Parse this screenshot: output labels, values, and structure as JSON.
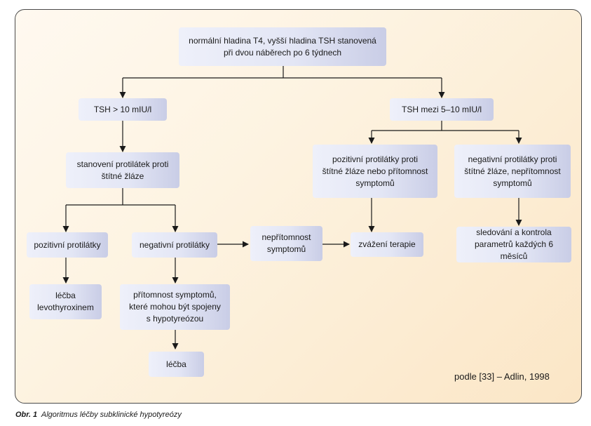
{
  "nodes": {
    "root": "normální hladina T4, vyšší hladina TSH stanovená\npři dvou náběrech po 6 týdnech",
    "tsh_high": "TSH > 10 mIU/l",
    "tsh_mid": "TSH mezi 5–10 mIU/l",
    "antibody_test": "stanovení protilátek proti\nštítné žláze",
    "positive_antibodies": "pozitivní protilátky",
    "negative_antibodies": "negativní protilátky",
    "no_symptoms": "nepřítomnost\nsymptomů",
    "consider_therapy": "zvážení terapie",
    "levothyroxine": "léčba\nlevothyroxinem",
    "symptoms_present": "přítomnost symptomů,\nkteré mohou být spojeny\ns hypotyreózou",
    "treatment": "léčba",
    "mid_positive": "pozitivní protilátky proti\nštítné žláze nebo přítomnost\nsymptomů",
    "mid_negative": "negativní protilátky proti\nštítné žláze, nepřítomnost\nsymptomů",
    "monitoring": "sledování a kontrola\nparametrů každých 6 měsíců"
  },
  "source": "podle [33] – Adlin, 1998",
  "caption": {
    "label": "Obr. 1",
    "text": "Algoritmus léčby subklinické hypotyreózy"
  }
}
